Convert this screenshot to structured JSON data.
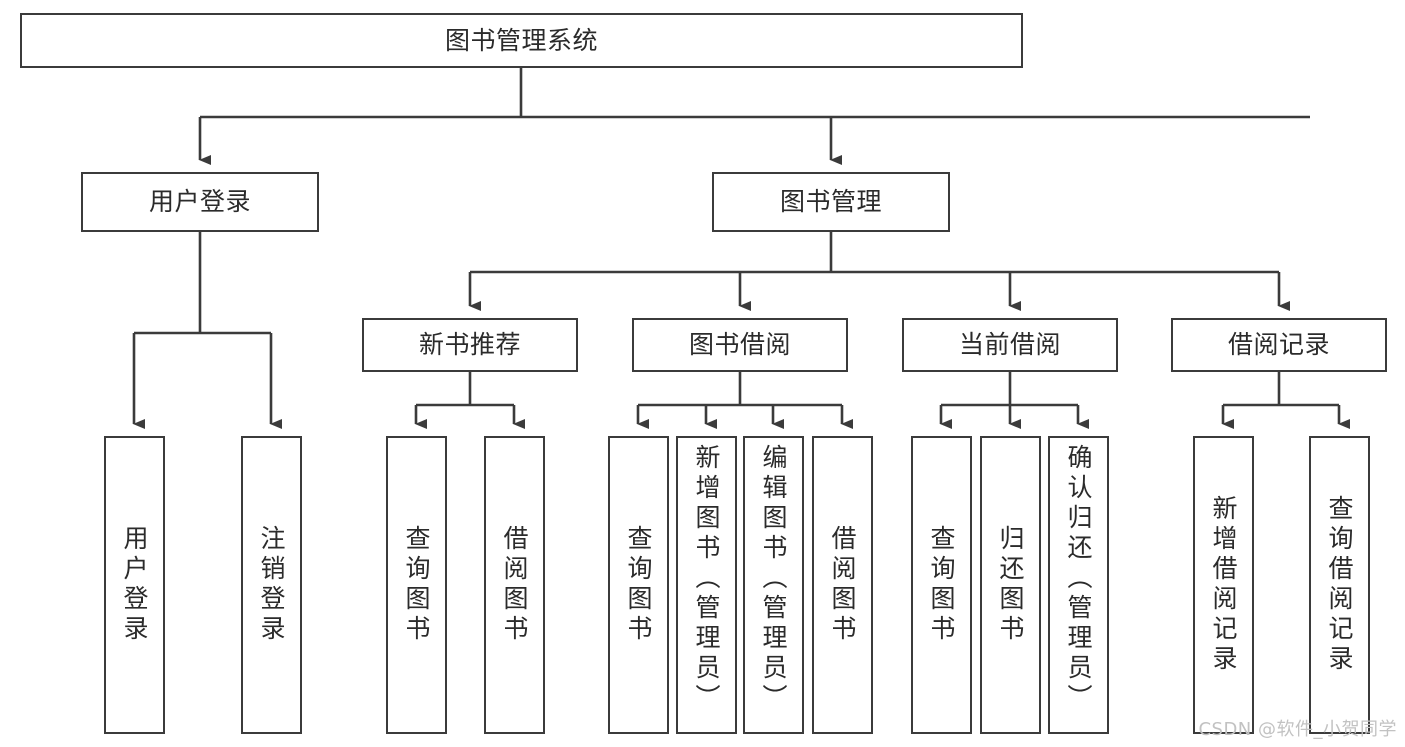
{
  "diagram": {
    "title": "图书管理系统",
    "type": "tree-hierarchy-diagram",
    "root": {
      "id": "root",
      "label": "图书管理系统"
    },
    "level1": [
      {
        "id": "user-login",
        "label": "用户登录"
      },
      {
        "id": "book-manage",
        "label": "图书管理"
      }
    ],
    "level2": [
      {
        "id": "new-book-rec",
        "label": "新书推荐",
        "parent": "book-manage"
      },
      {
        "id": "book-borrow",
        "label": "图书借阅",
        "parent": "book-manage"
      },
      {
        "id": "current-borrow",
        "label": "当前借阅",
        "parent": "book-manage"
      },
      {
        "id": "borrow-record",
        "label": "借阅记录",
        "parent": "book-manage"
      }
    ],
    "leaves": [
      {
        "id": "leaf-user-login",
        "label": "用户登录",
        "parent": "user-login"
      },
      {
        "id": "leaf-logout",
        "label": "注销登录",
        "parent": "user-login"
      },
      {
        "id": "leaf-query-book-1",
        "label": "查询图书",
        "parent": "new-book-rec"
      },
      {
        "id": "leaf-borrow-book-1",
        "label": "借阅图书",
        "parent": "new-book-rec"
      },
      {
        "id": "leaf-query-book-2",
        "label": "查询图书",
        "parent": "book-borrow"
      },
      {
        "id": "leaf-add-book",
        "label": "新增图书（管理员）",
        "parent": "book-borrow"
      },
      {
        "id": "leaf-edit-book",
        "label": "编辑图书（管理员）",
        "parent": "book-borrow"
      },
      {
        "id": "leaf-borrow-book-2",
        "label": "借阅图书",
        "parent": "book-borrow"
      },
      {
        "id": "leaf-query-book-3",
        "label": "查询图书",
        "parent": "current-borrow"
      },
      {
        "id": "leaf-return-book",
        "label": "归还图书",
        "parent": "current-borrow"
      },
      {
        "id": "leaf-confirm-return",
        "label": "确认归还（管理员）",
        "parent": "current-borrow"
      },
      {
        "id": "leaf-add-record",
        "label": "新增借阅记录",
        "parent": "borrow-record"
      },
      {
        "id": "leaf-query-record",
        "label": "查询借阅记录",
        "parent": "borrow-record"
      }
    ],
    "watermark": "CSDN @软件_小贺同学",
    "colors": {
      "stroke": "#3b3b3b",
      "background": "#ffffff",
      "text": "#2b2b2b",
      "watermark": "#c2c2c2"
    }
  }
}
